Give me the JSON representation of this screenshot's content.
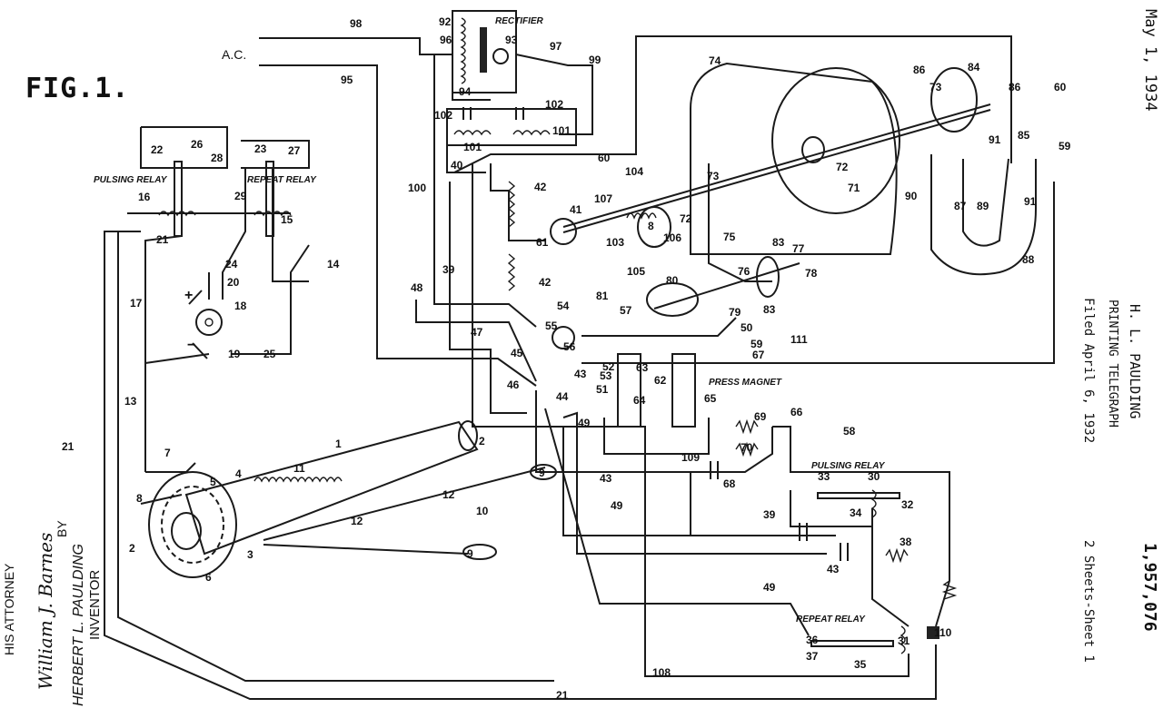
{
  "figure_label": "FIG.1.",
  "ac_label": "A.C.",
  "header": {
    "date": "May 1, 1934",
    "inventor_name": "H. L. PAULDING",
    "title": "PRINTING TELEGRAPH",
    "filed": "Filed April 6, 1932",
    "patent_number": "1,957,076",
    "sheets": "2 Sheets-Sheet 1"
  },
  "signature_block": {
    "inventor_label": "INVENTOR",
    "inventor": "HERBERT L. PAULDING",
    "by": "BY",
    "signature": "William J. Barnes",
    "attorney_label": "HIS ATTORNEY"
  },
  "component_labels": {
    "rectifier": "RECTIFIER",
    "pulsing_relay_top": "PULSING RELAY",
    "repeat_relay_top": "REPEAT RELAY",
    "press_magnet": "PRESS MAGNET",
    "pulsing_relay_bottom": "PULSING RELAY",
    "repeat_relay_bottom": "REPEAT RELAY",
    "plus": "+",
    "minus": "−"
  },
  "reference_numerals": [
    "98",
    "95",
    "92",
    "96",
    "93",
    "97",
    "94",
    "99",
    "102",
    "102",
    "101",
    "101",
    "60",
    "40",
    "100",
    "42",
    "41",
    "61",
    "42",
    "104",
    "107",
    "103",
    "8",
    "106",
    "105",
    "72",
    "73",
    "72",
    "71",
    "74",
    "73",
    "86",
    "84",
    "86",
    "60",
    "85",
    "91",
    "59",
    "90",
    "87",
    "89",
    "91",
    "88",
    "75",
    "76",
    "83",
    "77",
    "78",
    "83",
    "80",
    "79",
    "81",
    "54",
    "55",
    "57",
    "50",
    "56",
    "45",
    "52",
    "53",
    "51",
    "43",
    "63",
    "62",
    "64",
    "46",
    "44",
    "49",
    "65",
    "67",
    "59",
    "111",
    "48",
    "39",
    "47",
    "66",
    "69",
    "70",
    "58",
    "109",
    "68",
    "43",
    "49",
    "39",
    "43",
    "38",
    "33",
    "30",
    "32",
    "34",
    "49",
    "36",
    "37",
    "35",
    "31",
    "108",
    "110",
    "21",
    "22",
    "26",
    "28",
    "23",
    "27",
    "16",
    "15",
    "29",
    "21",
    "24",
    "14",
    "17",
    "18",
    "20",
    "19",
    "25",
    "13",
    "21",
    "7",
    "1",
    "2",
    "11",
    "5",
    "4",
    "8",
    "12",
    "12",
    "9",
    "10",
    "9",
    "2",
    "6",
    "3"
  ]
}
